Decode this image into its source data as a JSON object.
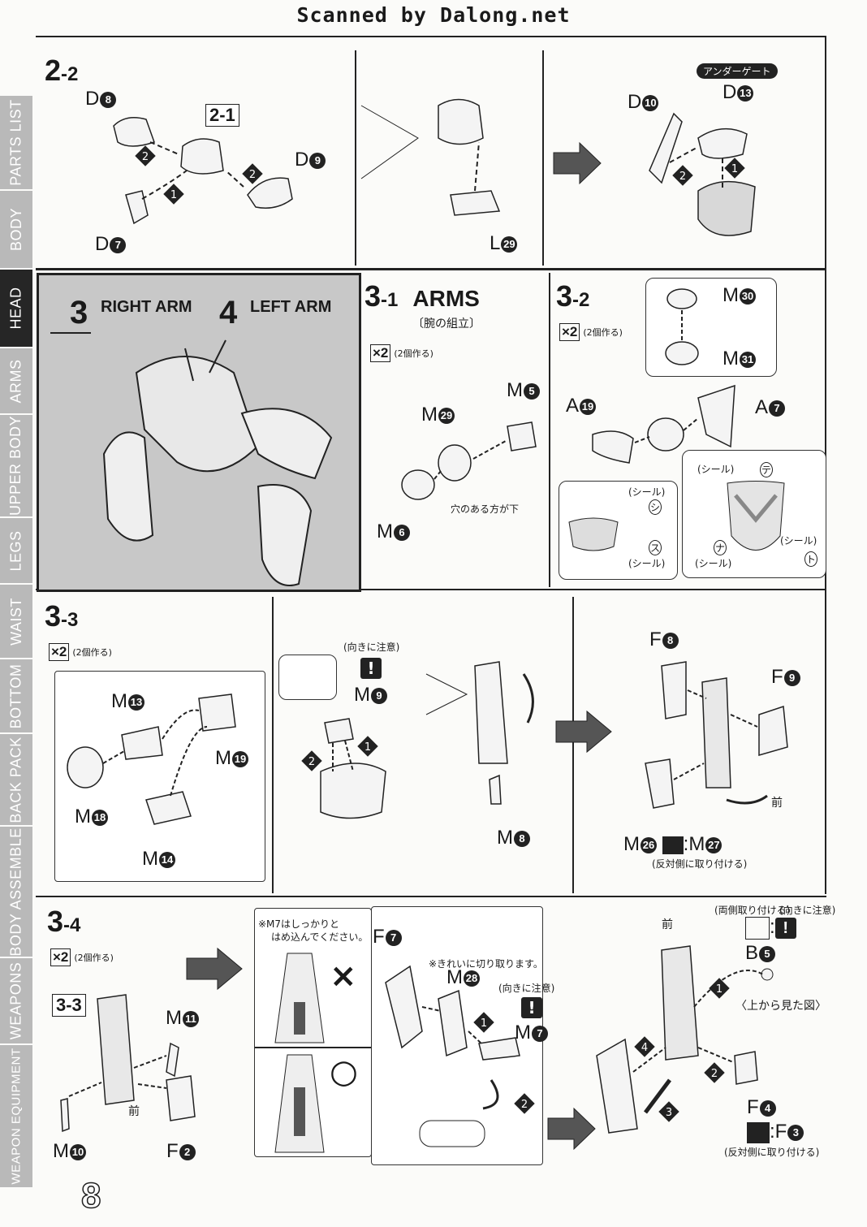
{
  "header": {
    "title": "Scanned by Dalong.net"
  },
  "sidebar": {
    "tabs": [
      {
        "label": "PARTS LIST",
        "active": false
      },
      {
        "label": "BODY",
        "active": false
      },
      {
        "label": "HEAD",
        "active": true
      },
      {
        "label": "ARMS",
        "active": false
      },
      {
        "label": "UPPER BODY",
        "active": false
      },
      {
        "label": "LEGS",
        "active": false
      },
      {
        "label": "WAIST",
        "active": false
      },
      {
        "label": "BOTTOM",
        "active": false
      },
      {
        "label": "BACK PACK",
        "active": false
      },
      {
        "label": "BODY ASSEMBLE",
        "active": false
      },
      {
        "label": "WEAPONS",
        "active": false
      },
      {
        "label": "WEAPON EQUIPMENT",
        "active": false
      }
    ]
  },
  "page_number": "8",
  "step_2_2": {
    "title": "2",
    "sub": "-2",
    "ref": "2-1",
    "parts": [
      "D8",
      "D9",
      "D7",
      "L29",
      "D10",
      "D13"
    ],
    "badge": "アンダーゲート"
  },
  "arm_panel": {
    "right_num": "3",
    "right_label": "RIGHT ARM",
    "left_num": "4",
    "left_label": "LEFT ARM"
  },
  "step_3_1": {
    "title": "3",
    "sub": "-1",
    "name": "ARMS",
    "subtitle": "〔腕の組立〕",
    "x2": "×2",
    "x2_note": "(2個作る)",
    "parts": [
      "M29",
      "M5",
      "M6"
    ],
    "hole_note": "穴のある方が下"
  },
  "step_3_2": {
    "title": "3",
    "sub": "-2",
    "x2": "×2",
    "x2_note": "(2個作る)",
    "parts": [
      "M30",
      "M31",
      "A19",
      "A7"
    ],
    "seal": "(シール)",
    "seal_marks": [
      "シ",
      "ス",
      "テ",
      "ナ",
      "ト"
    ]
  },
  "step_3_3": {
    "title": "3",
    "sub": "-3",
    "x2": "×2",
    "x2_note": "(2個作る)",
    "parts": [
      "M13",
      "M19",
      "M18",
      "M14",
      "M9",
      "M8",
      "F8",
      "F9",
      "M26",
      "M27"
    ],
    "caution": "(向きに注意)",
    "front": "前",
    "opposite": "(反対側に取り付ける)"
  },
  "step_3_4": {
    "title": "3",
    "sub": "-4",
    "x2": "×2",
    "x2_note": "(2個作る)",
    "ref": "3-3",
    "parts": [
      "M11",
      "M10",
      "F2",
      "F7",
      "M28",
      "M7",
      "B5",
      "F4",
      "F3"
    ],
    "note_m7_line1": "※M7はしっかりと",
    "note_m7_line2": "はめ込んでください。",
    "note_cut": "※きれいに切り取ります。",
    "caution": "(向きに注意)",
    "both_sides": "(両側取り付ける)",
    "top_view": "〈上から見た図〉",
    "front": "前",
    "opposite": "(反対側に取り付ける)",
    "wrong": "×",
    "right": "○"
  }
}
